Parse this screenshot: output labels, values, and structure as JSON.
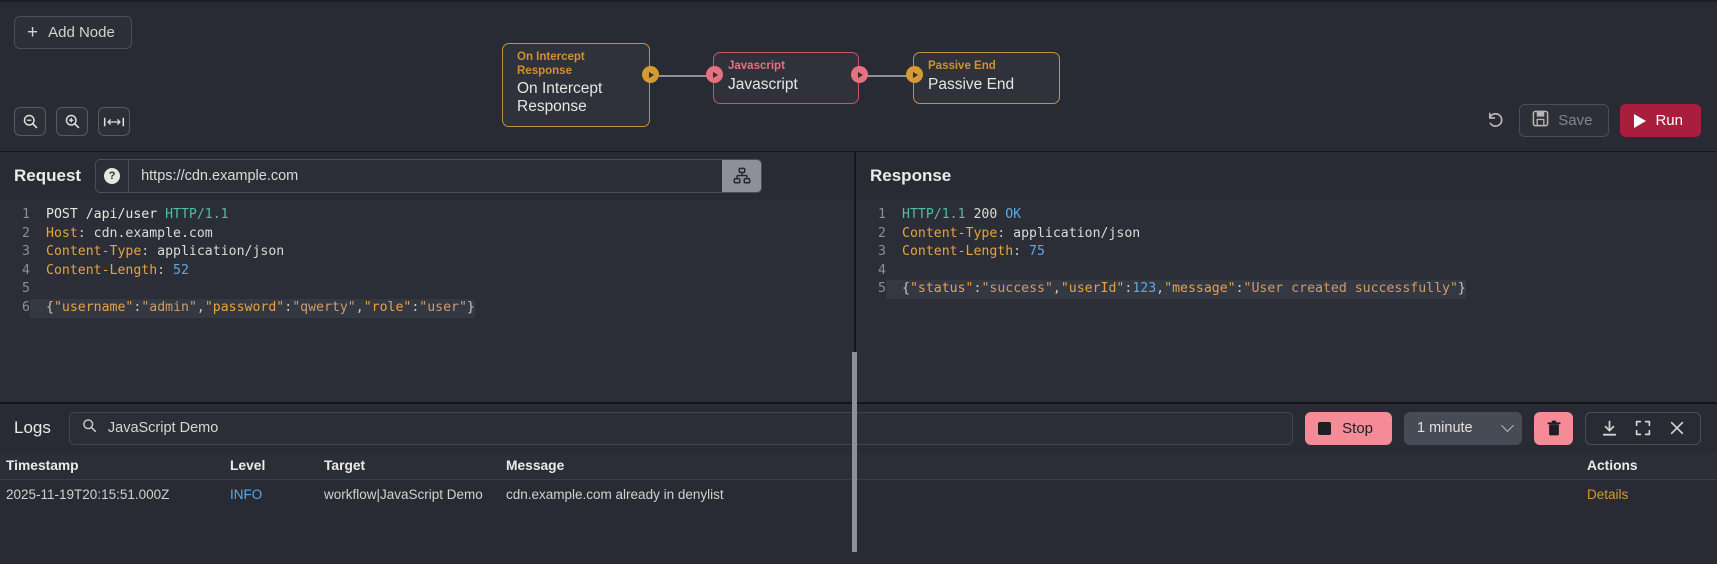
{
  "canvas": {
    "add_node_label": "Add Node",
    "zoom_out_icon": "zoom-out-icon",
    "zoom_in_icon": "zoom-in-icon",
    "fit_view_icon": "fit-view-icon",
    "undo_icon": "undo-icon",
    "save_label": "Save",
    "run_label": "Run",
    "nodes": [
      {
        "type": "On Intercept Response",
        "label": "On Intercept Response",
        "color": "#c79137",
        "accent": "#d0912f"
      },
      {
        "type": "Javascript",
        "label": "Javascript",
        "color": "#c4566a",
        "accent": "#e8707f"
      },
      {
        "type": "Passive End",
        "label": "Passive End",
        "color": "#c79137",
        "accent": "#d0912f"
      }
    ]
  },
  "request": {
    "title": "Request",
    "help_icon": "help-icon",
    "url_value": "https://cdn.example.com",
    "tree_icon": "sitemap-icon",
    "lines": [
      {
        "n": "1",
        "segs": [
          {
            "t": "POST ",
            "c": "t-method"
          },
          {
            "t": "/api/user ",
            "c": "t-path"
          },
          {
            "t": "HTTP/1.1",
            "c": "t-proto"
          }
        ]
      },
      {
        "n": "2",
        "segs": [
          {
            "t": "Host",
            "c": "t-hdr"
          },
          {
            "t": ": ",
            "c": "t-punct"
          },
          {
            "t": "cdn.example.com",
            "c": "t-val"
          }
        ]
      },
      {
        "n": "3",
        "segs": [
          {
            "t": "Content-Type",
            "c": "t-hdr"
          },
          {
            "t": ": ",
            "c": "t-punct"
          },
          {
            "t": "application/json",
            "c": "t-val"
          }
        ]
      },
      {
        "n": "4",
        "segs": [
          {
            "t": "Content-Length",
            "c": "t-hdr"
          },
          {
            "t": ": ",
            "c": "t-punct"
          },
          {
            "t": "52",
            "c": "t-num"
          }
        ]
      },
      {
        "n": "5",
        "segs": [
          {
            "t": "",
            "c": "t-val"
          }
        ]
      },
      {
        "n": "6",
        "hl": true,
        "segs": [
          {
            "t": "{",
            "c": "t-punct"
          },
          {
            "t": "\"username\"",
            "c": "t-key"
          },
          {
            "t": ":",
            "c": "t-punct"
          },
          {
            "t": "\"admin\"",
            "c": "t-str"
          },
          {
            "t": ",",
            "c": "t-punct"
          },
          {
            "t": "\"password\"",
            "c": "t-key"
          },
          {
            "t": ":",
            "c": "t-punct"
          },
          {
            "t": "\"qwerty\"",
            "c": "t-str"
          },
          {
            "t": ",",
            "c": "t-punct"
          },
          {
            "t": "\"role\"",
            "c": "t-key"
          },
          {
            "t": ":",
            "c": "t-punct"
          },
          {
            "t": "\"user\"",
            "c": "t-str"
          },
          {
            "t": "}",
            "c": "t-punct"
          }
        ]
      }
    ]
  },
  "response": {
    "title": "Response",
    "lines": [
      {
        "n": "1",
        "segs": [
          {
            "t": "HTTP/1.1 ",
            "c": "t-proto"
          },
          {
            "t": "200 ",
            "c": "t-val"
          },
          {
            "t": "OK",
            "c": "t-ok"
          }
        ]
      },
      {
        "n": "2",
        "segs": [
          {
            "t": "Content-Type",
            "c": "t-hdr"
          },
          {
            "t": ": ",
            "c": "t-punct"
          },
          {
            "t": "application/json",
            "c": "t-val"
          }
        ]
      },
      {
        "n": "3",
        "segs": [
          {
            "t": "Content-Length",
            "c": "t-hdr"
          },
          {
            "t": ": ",
            "c": "t-punct"
          },
          {
            "t": "75",
            "c": "t-num"
          }
        ]
      },
      {
        "n": "4",
        "segs": [
          {
            "t": "",
            "c": "t-val"
          }
        ]
      },
      {
        "n": "5",
        "hl": true,
        "segs": [
          {
            "t": "{",
            "c": "t-punct"
          },
          {
            "t": "\"status\"",
            "c": "t-key"
          },
          {
            "t": ":",
            "c": "t-punct"
          },
          {
            "t": "\"success\"",
            "c": "t-str"
          },
          {
            "t": ",",
            "c": "t-punct"
          },
          {
            "t": "\"userId\"",
            "c": "t-key"
          },
          {
            "t": ":",
            "c": "t-punct"
          },
          {
            "t": "123",
            "c": "t-num"
          },
          {
            "t": ",",
            "c": "t-punct"
          },
          {
            "t": "\"message\"",
            "c": "t-key"
          },
          {
            "t": ":",
            "c": "t-punct"
          },
          {
            "t": "\"User created successfully\"",
            "c": "t-str"
          },
          {
            "t": "}",
            "c": "t-punct"
          }
        ]
      }
    ]
  },
  "logs": {
    "title": "Logs",
    "search_icon": "search-icon",
    "search_value": "JavaScript Demo",
    "stop_label": "Stop",
    "stop_icon": "stop-square-icon",
    "range_value": "1 minute",
    "chevron_icon": "chevron-down-icon",
    "trash_icon": "trash-icon",
    "download_icon": "download-icon",
    "fullscreen_icon": "fullscreen-icon",
    "close_icon": "close-icon",
    "columns": [
      "Timestamp",
      "Level",
      "Target",
      "Message",
      "Actions"
    ],
    "rows": [
      {
        "timestamp": "2025-11-19T20:15:51.000Z",
        "level": "INFO",
        "target": "workflow|JavaScript Demo",
        "message": "cdn.example.com already in denylist",
        "action": "Details"
      }
    ]
  }
}
